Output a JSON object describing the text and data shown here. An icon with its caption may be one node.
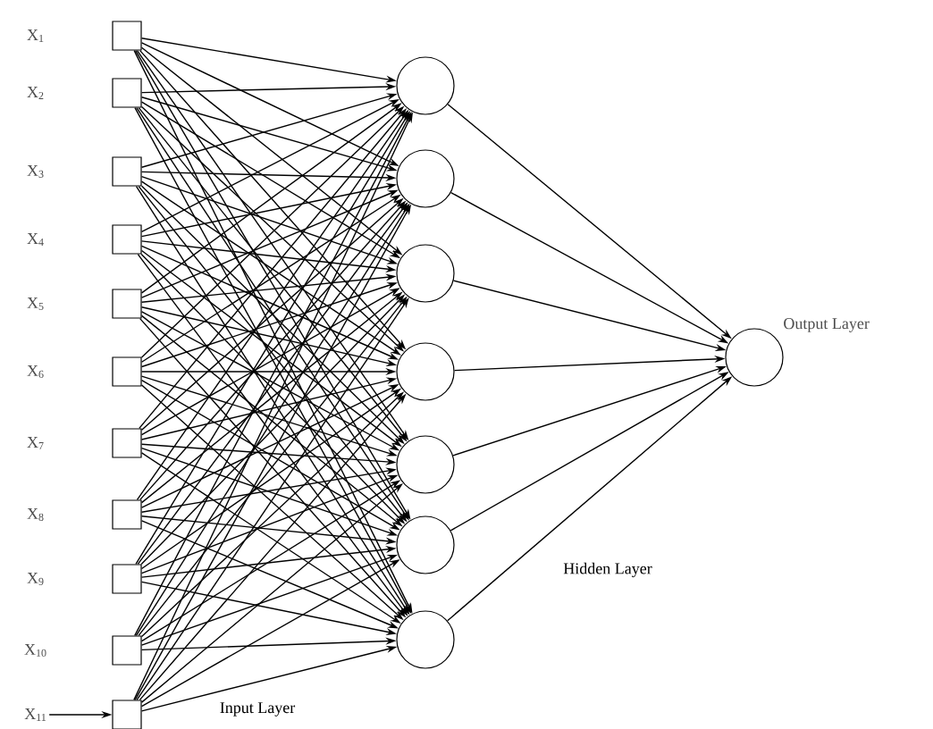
{
  "diagram": {
    "nodes": [
      {
        "text": [],
        "shape": "box"
      },
      {
        "text": [],
        "shape": "box"
      },
      {
        "text": [],
        "shape": "box"
      },
      {
        "text": [],
        "shape": "box"
      },
      {
        "text": [],
        "shape": "box"
      },
      {
        "text": [],
        "shape": "box"
      },
      {
        "text": [],
        "shape": "box"
      },
      {
        "text": [],
        "shape": "box"
      },
      {
        "text": [],
        "shape": "box"
      },
      {
        "text": [],
        "shape": "box"
      },
      {
        "text": [],
        "shape": "box"
      },
      {
        "text": [
          "X$_{11}$"
        ]
      },
      {
        "text": [],
        "shape": "circle"
      },
      {
        "text": [],
        "shape": "circle"
      },
      {
        "text": [],
        "shape": "circle"
      },
      {
        "text": [],
        "shape": "circle"
      },
      {
        "text": [],
        "shape": "circle"
      },
      {
        "text": [],
        "shape": "circle"
      },
      {
        "text": [],
        "shape": "circle"
      },
      {
        "text": [],
        "shape": "circle",
        "beside": [
          "Output Layer"
        ]
      }
    ],
    "edges": [
      {
        "from": 0,
        "to": 12,
        "arrow": "to"
      },
      {
        "from": 0,
        "to": 13,
        "arrow": "to"
      },
      {
        "from": 0,
        "to": 14,
        "arrow": "to"
      },
      {
        "from": 0,
        "to": 15,
        "arrow": "to"
      },
      {
        "from": 0,
        "to": 16,
        "arrow": "to"
      },
      {
        "from": 0,
        "to": 17,
        "arrow": "to"
      },
      {
        "from": 0,
        "to": 18,
        "arrow": "to"
      },
      {
        "from": 1,
        "to": 12,
        "arrow": "to"
      },
      {
        "from": 1,
        "to": 13,
        "arrow": "to"
      },
      {
        "from": 1,
        "to": 14,
        "arrow": "to"
      },
      {
        "from": 1,
        "to": 15,
        "arrow": "to"
      },
      {
        "from": 1,
        "to": 16,
        "arrow": "to"
      },
      {
        "from": 1,
        "to": 17,
        "arrow": "to"
      },
      {
        "from": 1,
        "to": 18,
        "arrow": "to"
      },
      {
        "from": 2,
        "to": 12,
        "arrow": "to"
      },
      {
        "from": 2,
        "to": 13,
        "arrow": "to"
      },
      {
        "from": 2,
        "to": 14,
        "arrow": "to"
      },
      {
        "from": 2,
        "to": 15,
        "arrow": "to"
      },
      {
        "from": 2,
        "to": 16,
        "arrow": "to"
      },
      {
        "from": 2,
        "to": 17,
        "arrow": "to"
      },
      {
        "from": 2,
        "to": 18,
        "arrow": "to"
      },
      {
        "from": 3,
        "to": 12,
        "arrow": "to"
      },
      {
        "from": 3,
        "to": 13,
        "arrow": "to"
      },
      {
        "from": 3,
        "to": 14,
        "arrow": "to"
      },
      {
        "from": 3,
        "to": 15,
        "arrow": "to"
      },
      {
        "from": 3,
        "to": 16,
        "arrow": "to"
      },
      {
        "from": 3,
        "to": 17,
        "arrow": "to"
      },
      {
        "from": 3,
        "to": 18,
        "arrow": "to"
      },
      {
        "from": 4,
        "to": 12,
        "arrow": "to"
      },
      {
        "from": 4,
        "to": 13,
        "arrow": "to"
      },
      {
        "from": 4,
        "to": 14,
        "arrow": "to"
      },
      {
        "from": 4,
        "to": 15,
        "arrow": "to"
      },
      {
        "from": 4,
        "to": 16,
        "arrow": "to"
      },
      {
        "from": 4,
        "to": 17,
        "arrow": "to"
      },
      {
        "from": 4,
        "to": 18,
        "arrow": "to"
      },
      {
        "from": 5,
        "to": 12,
        "arrow": "to"
      },
      {
        "from": 5,
        "to": 13,
        "arrow": "to"
      },
      {
        "from": 5,
        "to": 14,
        "arrow": "to"
      },
      {
        "from": 5,
        "to": 15,
        "arrow": "to"
      },
      {
        "from": 5,
        "to": 16,
        "arrow": "to"
      },
      {
        "from": 5,
        "to": 17,
        "arrow": "to"
      },
      {
        "from": 5,
        "to": 18,
        "arrow": "to"
      },
      {
        "from": 6,
        "to": 12,
        "arrow": "to"
      },
      {
        "from": 6,
        "to": 13,
        "arrow": "to"
      },
      {
        "from": 6,
        "to": 14,
        "arrow": "to"
      },
      {
        "from": 6,
        "to": 15,
        "arrow": "to"
      },
      {
        "from": 6,
        "to": 16,
        "arrow": "to"
      },
      {
        "from": 6,
        "to": 17,
        "arrow": "to"
      },
      {
        "from": 6,
        "to": 18,
        "arrow": "to"
      },
      {
        "from": 7,
        "to": 12,
        "arrow": "to"
      },
      {
        "from": 7,
        "to": 13,
        "arrow": "to"
      },
      {
        "from": 7,
        "to": 14,
        "arrow": "to"
      },
      {
        "from": 7,
        "to": 15,
        "arrow": "to"
      },
      {
        "from": 7,
        "to": 16,
        "arrow": "to"
      },
      {
        "from": 7,
        "to": 17,
        "arrow": "to"
      },
      {
        "from": 7,
        "to": 18,
        "arrow": "to"
      },
      {
        "from": 8,
        "to": 12,
        "arrow": "to"
      },
      {
        "from": 8,
        "to": 13,
        "arrow": "to"
      },
      {
        "from": 8,
        "to": 14,
        "arrow": "to"
      },
      {
        "from": 8,
        "to": 15,
        "arrow": "to"
      },
      {
        "from": 8,
        "to": 16,
        "arrow": "to"
      },
      {
        "from": 8,
        "to": 17,
        "arrow": "to"
      },
      {
        "from": 8,
        "to": 18,
        "arrow": "to"
      },
      {
        "from": 9,
        "to": 12,
        "arrow": "to"
      },
      {
        "from": 9,
        "to": 13,
        "arrow": "to"
      },
      {
        "from": 9,
        "to": 14,
        "arrow": "to"
      },
      {
        "from": 9,
        "to": 15,
        "arrow": "to"
      },
      {
        "from": 9,
        "to": 16,
        "arrow": "to"
      },
      {
        "from": 9,
        "to": 17,
        "arrow": "to"
      },
      {
        "from": 9,
        "to": 18,
        "arrow": "to"
      },
      {
        "from": 10,
        "to": 12,
        "arrow": "to"
      },
      {
        "from": 10,
        "to": 13,
        "arrow": "to"
      },
      {
        "from": 10,
        "to": 14,
        "arrow": "to"
      },
      {
        "from": 10,
        "to": 15,
        "arrow": "to"
      },
      {
        "from": 10,
        "to": 16,
        "arrow": "to"
      },
      {
        "from": 10,
        "to": 17,
        "arrow": "to"
      },
      {
        "from": 10,
        "to": 18,
        "arrow": "to"
      },
      {
        "from": 11,
        "to": 10,
        "arrow": "to"
      },
      {
        "from": 12,
        "to": 19,
        "arrow": "to"
      },
      {
        "from": 13,
        "to": 19,
        "arrow": "to"
      },
      {
        "from": 14,
        "to": 19,
        "arrow": "to"
      },
      {
        "from": 15,
        "to": 19,
        "arrow": "to"
      },
      {
        "from": 16,
        "to": 19,
        "arrow": "to"
      },
      {
        "from": 17,
        "to": 19,
        "arrow": "to"
      },
      {
        "from": 18,
        "to": 19,
        "arrow": "to"
      }
    ],
    "labels": [
      "X$_{1}$",
      "X$_{2}$",
      "X$_{3}$",
      "X$_{4}$",
      "X$_{5}$",
      "X$_{6}$",
      "X$_{7}$",
      "X$_{8}$",
      "X$_{9}$",
      "X$_{10}$",
      "Hidden Layer",
      "Input Layer"
    ]
  }
}
